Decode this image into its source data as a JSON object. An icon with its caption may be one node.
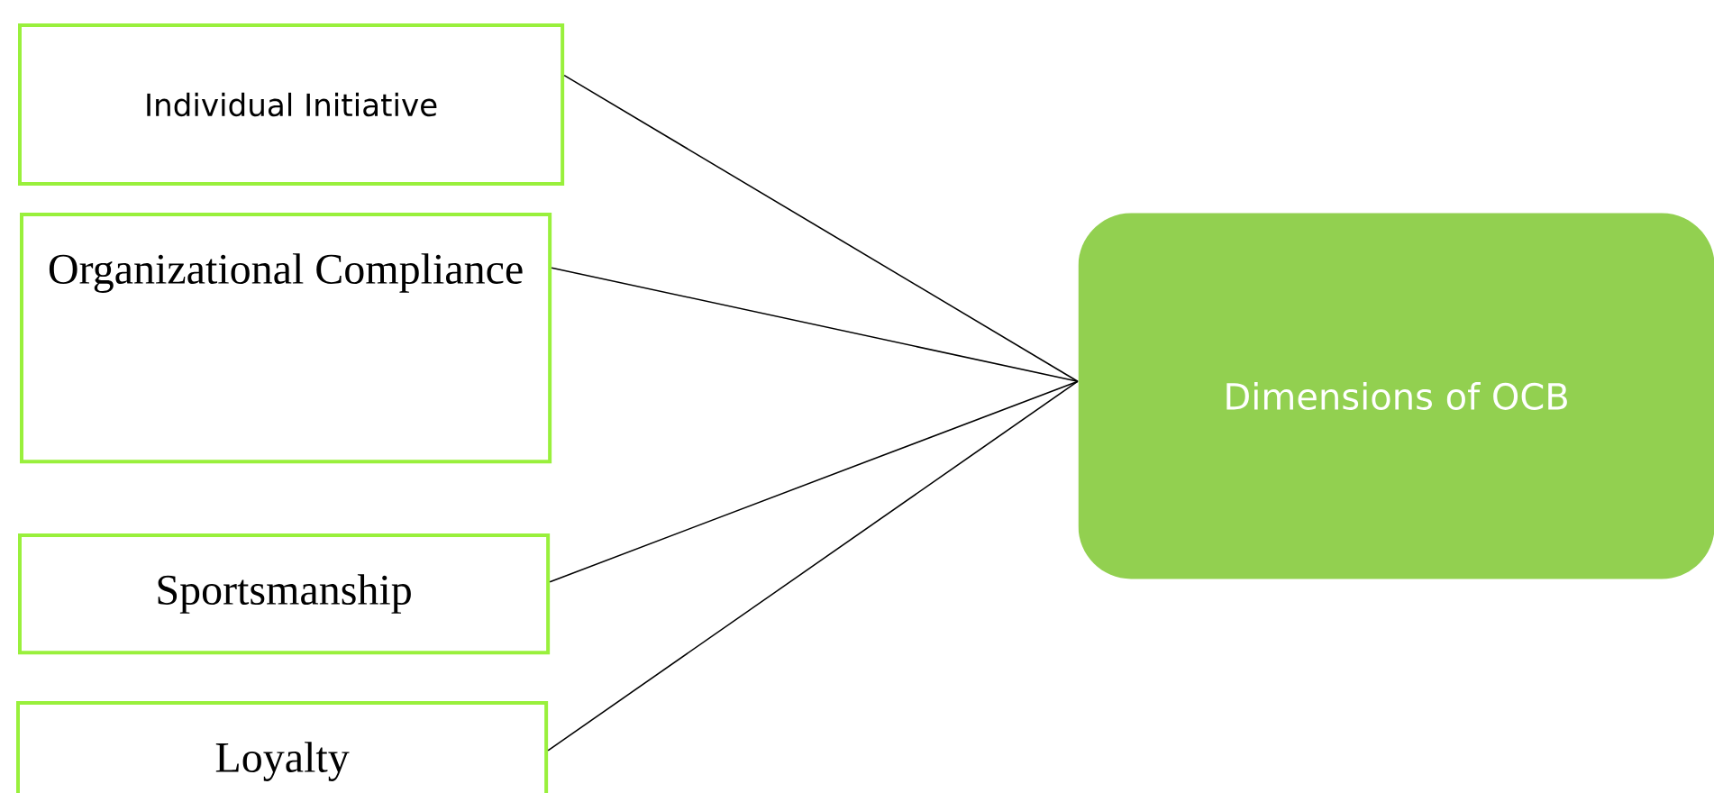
{
  "diagram": {
    "nodes": [
      {
        "text": [
          "Individual Initiative"
        ]
      },
      {
        "text": [
          "Organizational Compliance"
        ]
      },
      {
        "text": [
          "Sportsmanship"
        ]
      },
      {
        "text": [
          "Loyalty"
        ]
      },
      {
        "text": [
          "Dimensions of OCB"
        ]
      }
    ],
    "edges": [
      {
        "from": 0,
        "to": 4,
        "arrow": "none"
      },
      {
        "from": 1,
        "to": 4,
        "arrow": "none"
      },
      {
        "from": 2,
        "to": 4,
        "arrow": "none"
      },
      {
        "from": 3,
        "to": 4,
        "arrow": "none"
      }
    ]
  }
}
